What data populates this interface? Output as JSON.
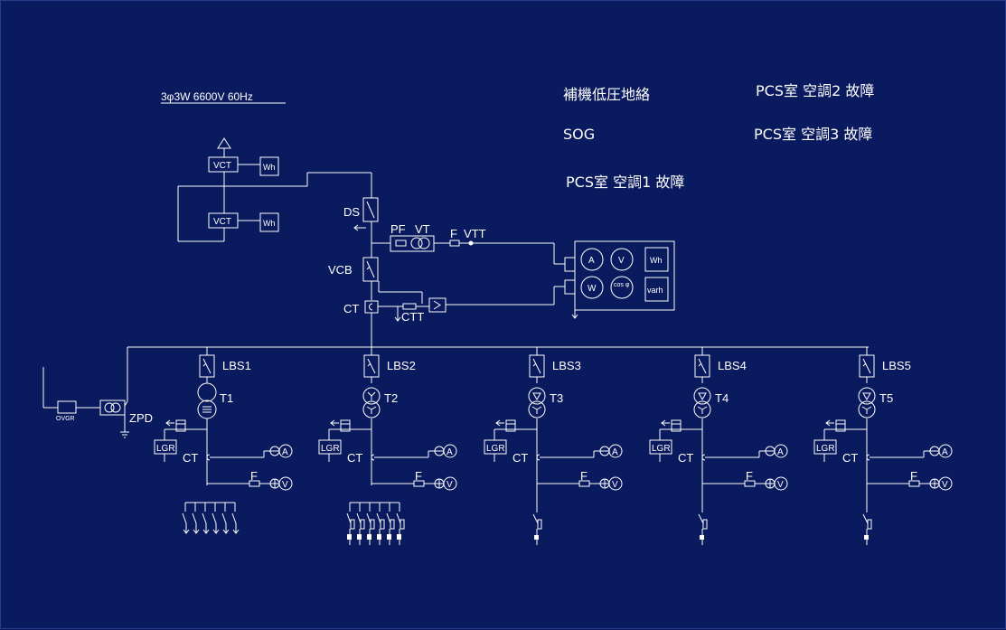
{
  "source": {
    "label": "3φ3W  6600V 60Hz"
  },
  "vct_label": "VCT",
  "wh_label": "Wh",
  "labels": {
    "ds": "DS",
    "pf": "PF",
    "vt": "VT",
    "f": "F",
    "vtt": "VTT",
    "vcb": "VCB",
    "ct": "CT",
    "ctt": "CTT",
    "zpd": "ZPD",
    "ovgr": "OVGR",
    "lgr": "LGR",
    "meter_a": "A",
    "meter_v": "V"
  },
  "panel": {
    "a": "A",
    "v": "V",
    "w": "W",
    "cos": "cos φ",
    "wh": "Wh",
    "varh": "varh"
  },
  "alarms": {
    "aux_ground": "補機低圧地絡",
    "sog": "SOG",
    "pcs_ac1": "PCS室  空調1 故障",
    "pcs_ac2": "PCS室  空調2 故障",
    "pcs_ac3": "PCS室  空調3 故障"
  },
  "feeders": [
    {
      "lbs": "LBS1",
      "tr": "T1"
    },
    {
      "lbs": "LBS2",
      "tr": "T2"
    },
    {
      "lbs": "LBS3",
      "tr": "T3"
    },
    {
      "lbs": "LBS4",
      "tr": "T4"
    },
    {
      "lbs": "LBS5",
      "tr": "T5"
    }
  ],
  "colors": {
    "background": "#0a1a5e",
    "line": "#ffffff"
  }
}
